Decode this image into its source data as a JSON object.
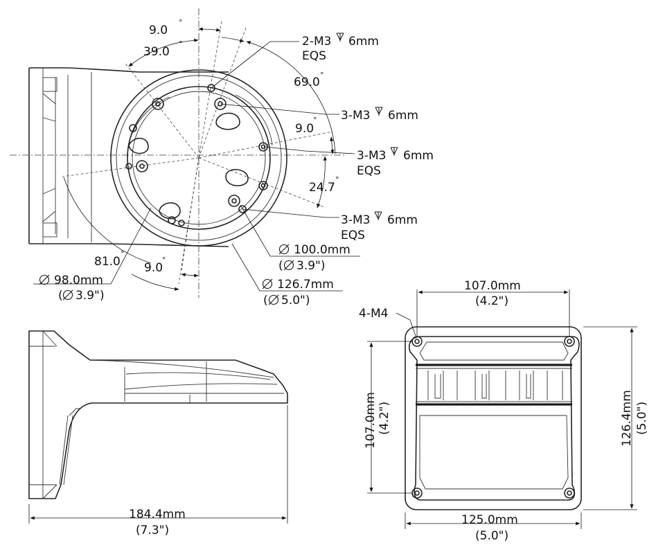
{
  "top_view": {
    "angles": {
      "a9_top": "9.0",
      "a39": "39.0",
      "a69": "69.0",
      "a9_right": "9.0",
      "a24": "24.7",
      "a81": "81.0",
      "a9_bottom": "9.0",
      "deg": "°"
    },
    "callouts": {
      "c1_line1": "2-M3",
      "c1_depth": "6mm",
      "c1_line2": "EQS",
      "c2_line1": "3-M3",
      "c2_depth": "6mm",
      "c3_line1": "3-M3",
      "c3_depth": "6mm",
      "c3_line2": "EQS",
      "c4_line1": "3-M3",
      "c4_depth": "6mm",
      "c4_line2": "EQS"
    },
    "diameters": {
      "d100_mm": "100.0mm",
      "d100_in": "3.9\")",
      "d98_mm": "98.0mm",
      "d98_in": "3.9\"",
      "d126_mm": "126.7mm",
      "d126_in": "5.0\")",
      "open_paren": "(",
      "close_paren": ")"
    }
  },
  "side_view": {
    "length_mm": "184.4mm",
    "length_in": "(7.3\")"
  },
  "back_view": {
    "holes": "4-M4",
    "width_inner_mm": "107.0mm",
    "width_inner_in": "(4.2\")",
    "height_inner_mm": "107.0mm",
    "height_inner_in": "(4.2\")",
    "height_outer_mm": "126.4mm",
    "height_outer_in": "(5.0\")",
    "width_outer_mm": "125.0mm",
    "width_outer_in": "(5.0\")"
  }
}
